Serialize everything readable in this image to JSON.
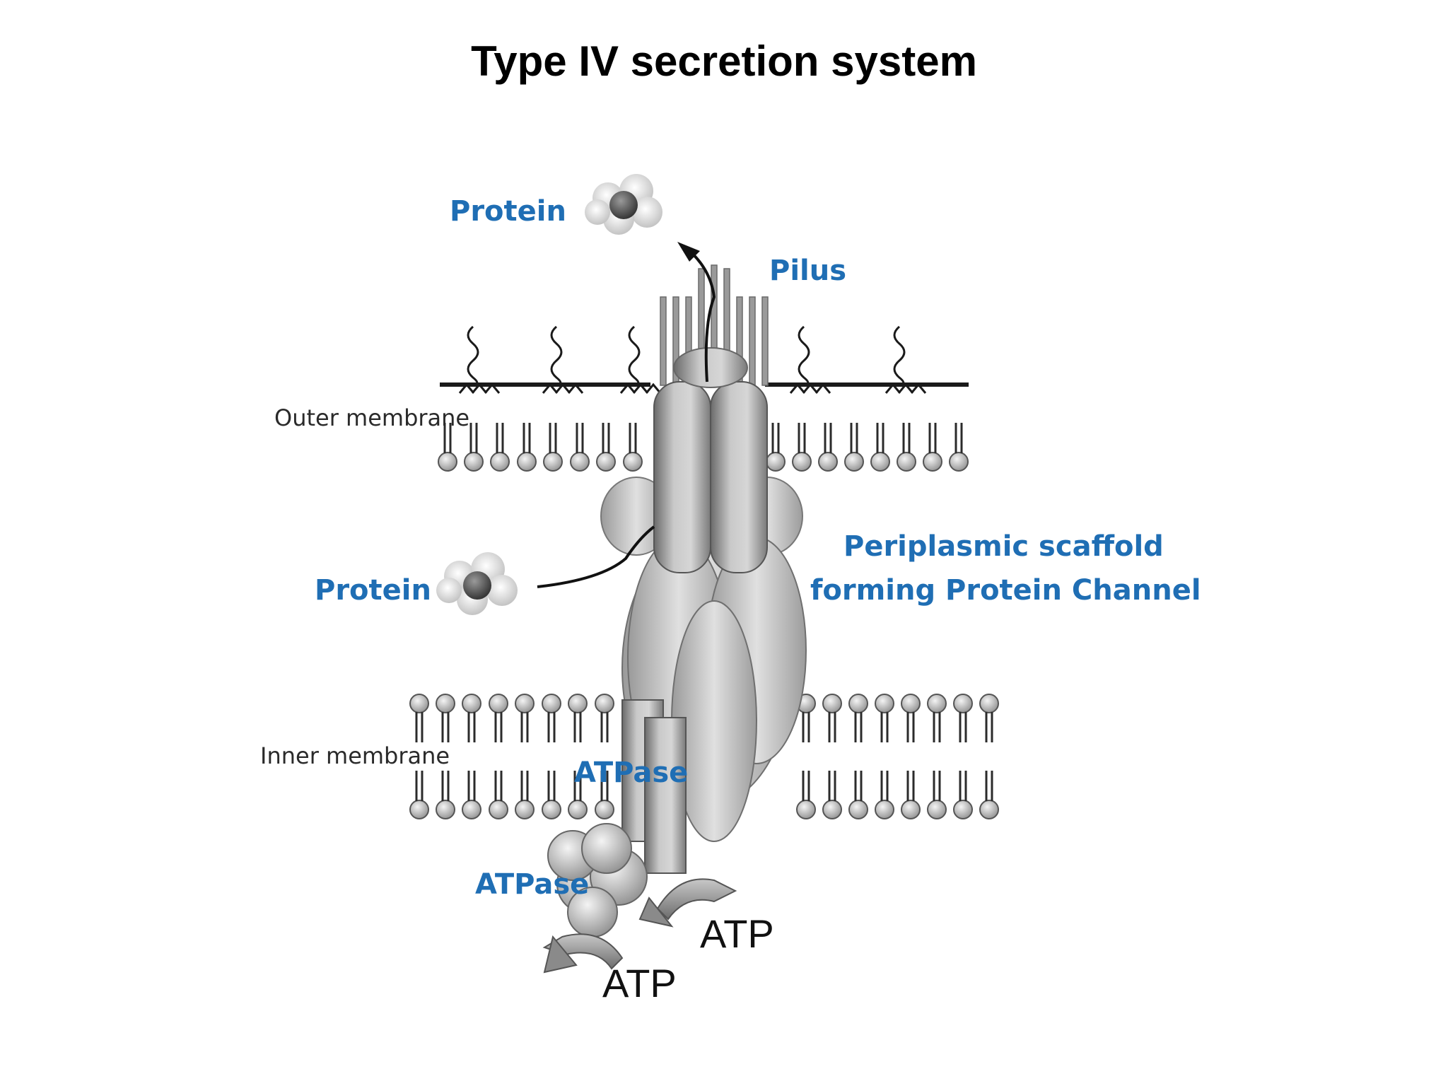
{
  "title": "Type IV secretion system",
  "labels": {
    "protein_top": "Protein",
    "pilus": "Pilus",
    "outer_membrane": "Outer membrane",
    "periplasmic_line1": "Periplasmic scaffold",
    "periplasmic_line2": "forming Protein Channel",
    "protein_left": "Protein",
    "inner_membrane": "Inner membrane",
    "atpase_inner": "ATPase",
    "atpase_lower": "ATPase",
    "atp_right": "ATP",
    "atp_left": "ATP"
  },
  "colors": {
    "label_blue": "#1f6eb4",
    "membrane_line": "#2b2b2b",
    "protein_gray": "#b8b8b8"
  }
}
